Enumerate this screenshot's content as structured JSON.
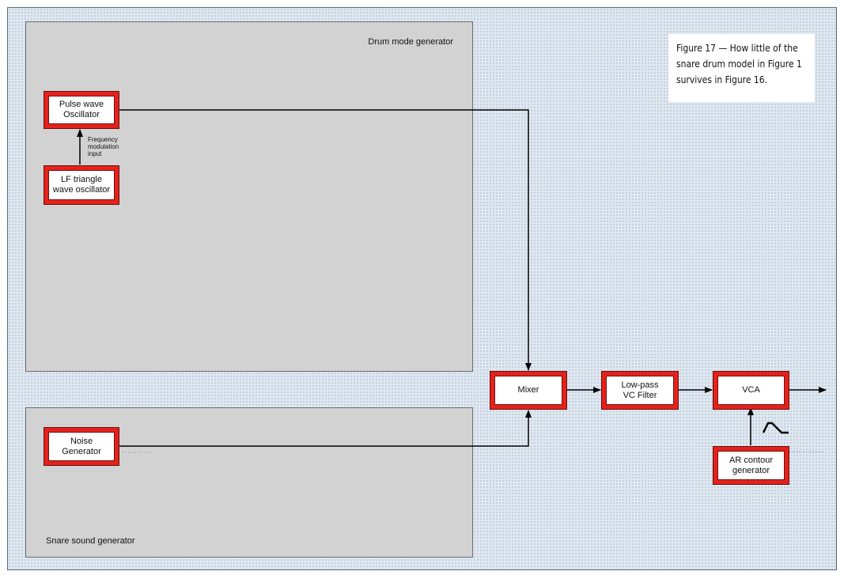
{
  "caption": {
    "line1": "Figure 17 — How little of the",
    "line2": "snare drum model in Figure 1",
    "line3": "survives in Figure 16."
  },
  "regions": {
    "drum": {
      "label": "Drum mode generator"
    },
    "snare": {
      "label": "Snare sound generator"
    }
  },
  "blocks": {
    "pulse_osc": "Pulse wave\nOscillator",
    "lf_tri": "LF triangle\nwave oscillator",
    "noise": "Noise\nGenerator",
    "mixer": "Mixer",
    "lpf": "Low-pass\nVC Filter",
    "vca": "VCA",
    "ar": "AR contour\ngenerator"
  },
  "labels": {
    "freq_mod": "Frequency\nmodulation\ninput"
  },
  "colors": {
    "block_border": "#e3221c",
    "region_fill": "#d2d2d2",
    "background": "#dfe8f1"
  }
}
